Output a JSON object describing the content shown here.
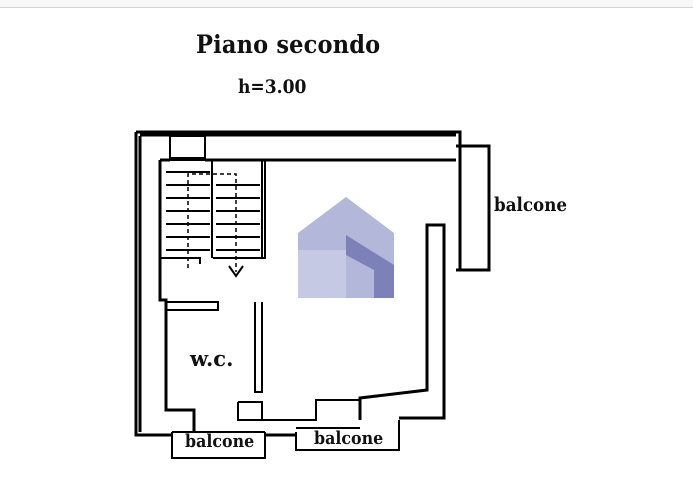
{
  "plan": {
    "title": "Piano secondo",
    "height_label": "h=3.00"
  },
  "rooms": {
    "wc": "w.c.",
    "balcone_right": "balcone",
    "balcone_bottom_left": "balcone",
    "balcone_bottom_center": "balcone"
  },
  "colors": {
    "wall": "#000000",
    "watermark_light": "#b3b7d9",
    "watermark_dark": "#7c81b8"
  },
  "icons": {
    "watermark": "house-logo-icon",
    "stair_arrow": "arrow-down-icon"
  }
}
